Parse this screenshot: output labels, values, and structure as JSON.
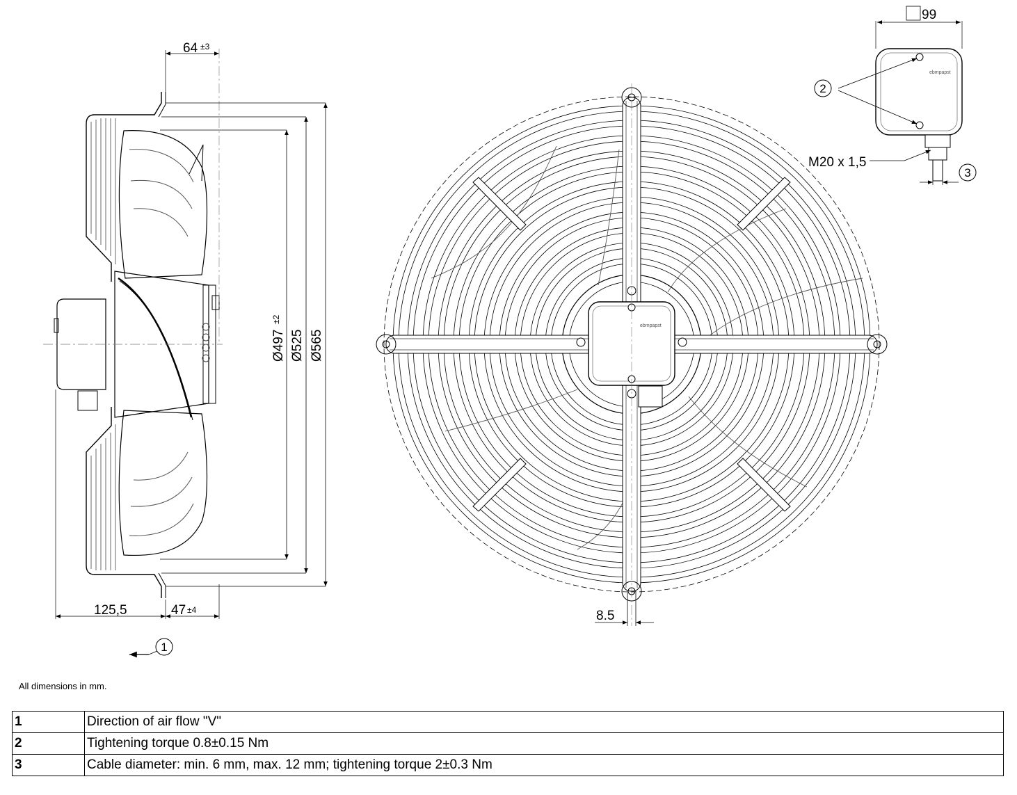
{
  "dimensions": {
    "d64": "64",
    "d64_tol": "±3",
    "d125": "125,5",
    "d47": "47",
    "d47_tol": "±4",
    "d497": "Ø497",
    "d497_tol": "±2",
    "d525": "Ø525",
    "d565": "Ø565",
    "d85": "8.5",
    "d99": "99",
    "thread": "M20 x 1,5"
  },
  "callouts": [
    "1",
    "2",
    "3"
  ],
  "brand": "ebmpapst",
  "note": "All dimensions in mm.",
  "legend": [
    {
      "num": "1",
      "text": "Direction of air flow \"V\""
    },
    {
      "num": "2",
      "text": "Tightening torque 0.8±0.15 Nm"
    },
    {
      "num": "3",
      "text": "Cable diameter: min. 6 mm, max. 12 mm; tightening torque 2±0.3 Nm"
    }
  ]
}
